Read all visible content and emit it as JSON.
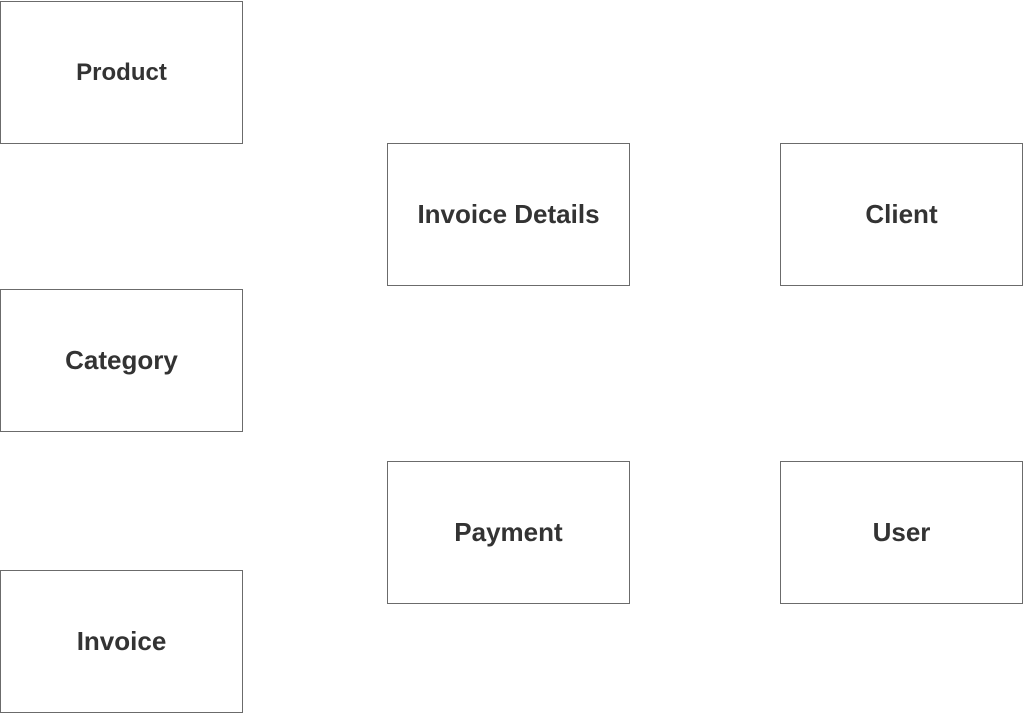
{
  "diagram": {
    "entities": {
      "product": {
        "label": "Product"
      },
      "category": {
        "label": "Category"
      },
      "invoice": {
        "label": "Invoice"
      },
      "invoice_details": {
        "label": "Invoice Details"
      },
      "payment": {
        "label": "Payment"
      },
      "client": {
        "label": "Client"
      },
      "user": {
        "label": "User"
      }
    },
    "colors": {
      "background": "#ffffff",
      "border": "#6b6b6b",
      "text": "#333333"
    }
  }
}
